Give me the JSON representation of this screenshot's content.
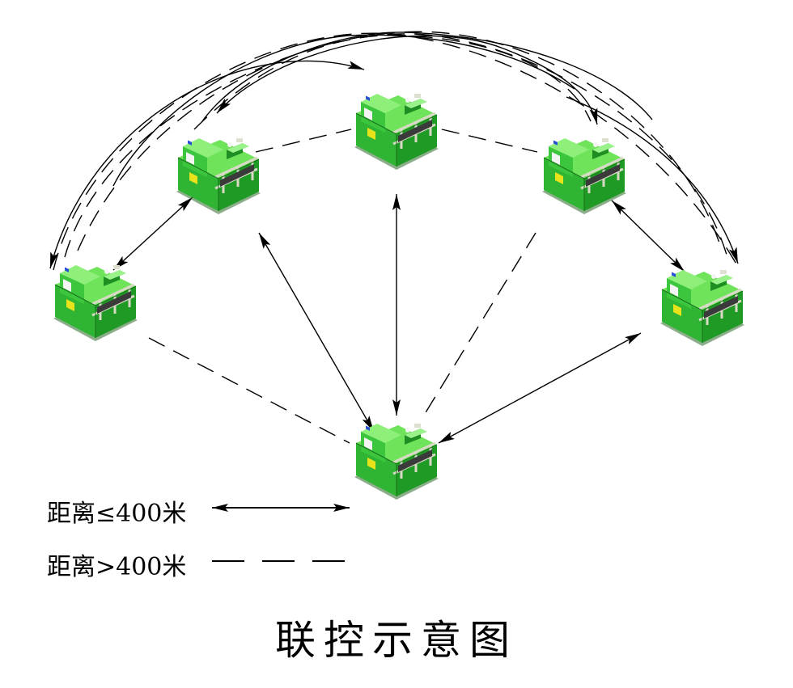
{
  "legend": {
    "solid_label": "距离≤400米",
    "dashed_label": "距离>400米"
  },
  "title": "联控示意图",
  "colors": {
    "machine_body": "#39c83a",
    "machine_dark": "#1f8f22",
    "machine_light": "#7fe86a",
    "machine_frame": "#d9d9c8",
    "panel_yellow": "#e8e31a",
    "screen_blue": "#2a4fd6",
    "line": "#000000"
  },
  "icons": [
    "machine-node-icon",
    "arrowhead-icon"
  ]
}
